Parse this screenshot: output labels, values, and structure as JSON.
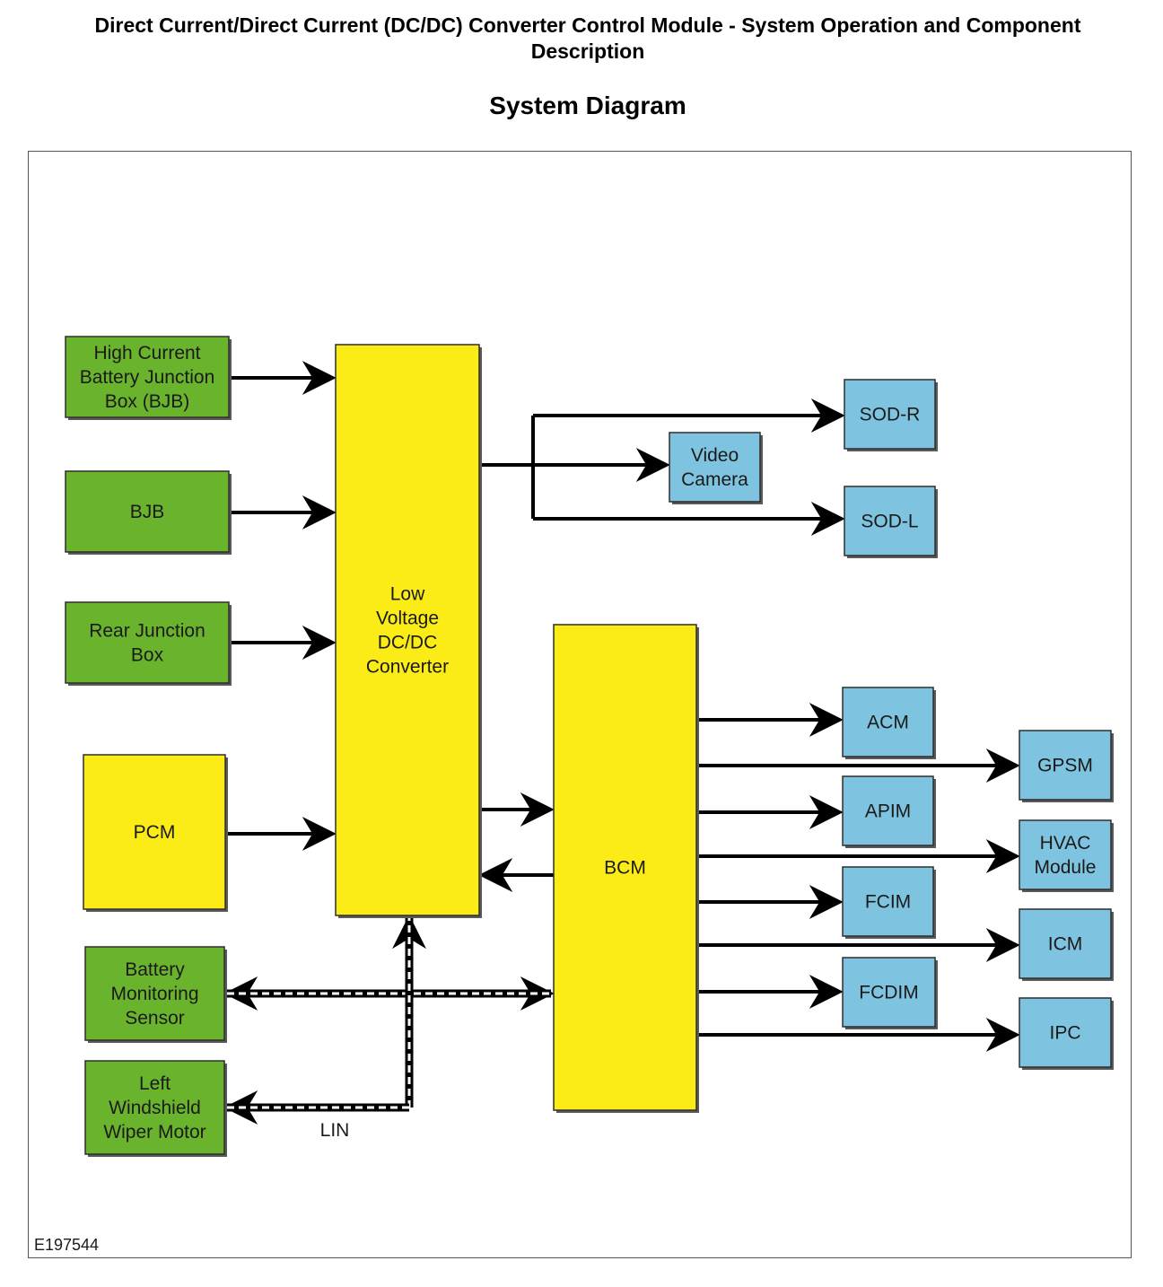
{
  "page": {
    "title": "Direct Current/Direct Current (DC/DC) Converter Control Module - System Operation and Component Description",
    "section": "System Diagram",
    "figure_id": "E197544"
  },
  "colors": {
    "green": "#6ab42d",
    "yellow": "#fbec18",
    "blue": "#7ec4e0",
    "border": "#2e2e2e"
  },
  "diagram": {
    "sources": [
      {
        "key": "hc_bjb",
        "lines": [
          "High Current",
          "Battery Junction",
          "Box (BJB)"
        ]
      },
      {
        "key": "bjb",
        "lines": [
          "BJB"
        ]
      },
      {
        "key": "rjb",
        "lines": [
          "Rear Junction",
          "Box"
        ]
      },
      {
        "key": "pcm",
        "lines": [
          "PCM"
        ]
      }
    ],
    "converter": {
      "lines": [
        "Low",
        "Voltage",
        "DC/DC",
        "Converter"
      ]
    },
    "bcm": {
      "lines": [
        "BCM"
      ]
    },
    "lin_devices": [
      {
        "key": "bms",
        "lines": [
          "Battery",
          "Monitoring",
          "Sensor"
        ]
      },
      {
        "key": "wiper",
        "lines": [
          "Left",
          "Windshield",
          "Wiper Motor"
        ]
      }
    ],
    "lin_label": "LIN",
    "converter_outputs": [
      {
        "key": "sod_r",
        "lines": [
          "SOD-R"
        ]
      },
      {
        "key": "video",
        "lines": [
          "Video",
          "Camera"
        ]
      },
      {
        "key": "sod_l",
        "lines": [
          "SOD-L"
        ]
      }
    ],
    "bcm_outputs": [
      {
        "key": "acm",
        "lines": [
          "ACM"
        ]
      },
      {
        "key": "gpsm",
        "lines": [
          "GPSM"
        ]
      },
      {
        "key": "apim",
        "lines": [
          "APIM"
        ]
      },
      {
        "key": "hvac",
        "lines": [
          "HVAC",
          "Module"
        ]
      },
      {
        "key": "fcim",
        "lines": [
          "FCIM"
        ]
      },
      {
        "key": "icm",
        "lines": [
          "ICM"
        ]
      },
      {
        "key": "fcdim",
        "lines": [
          "FCDIM"
        ]
      },
      {
        "key": "ipc",
        "lines": [
          "IPC"
        ]
      }
    ]
  }
}
